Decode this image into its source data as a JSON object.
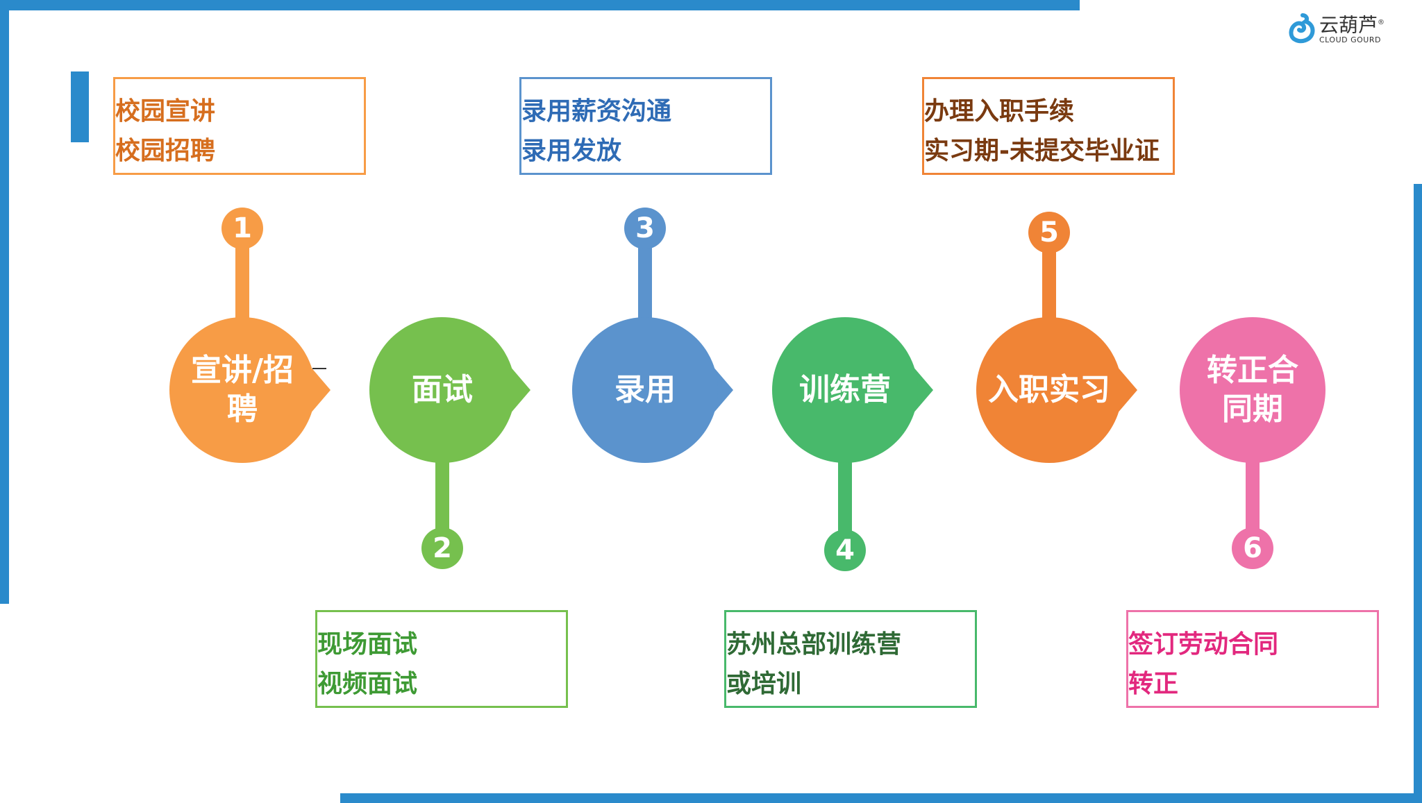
{
  "logo": {
    "cn": "云葫芦",
    "en": "CLOUD GOURD",
    "mark": "®"
  },
  "colors": {
    "frame": "#2a8acb",
    "step1": "#F79C46",
    "step2": "#76C04E",
    "step3": "#5B93CD",
    "step4": "#48B96B",
    "step5": "#F08436",
    "step6": "#EE72A9"
  },
  "steps": [
    {
      "number": "1",
      "title": "宣讲/招聘",
      "lines": [
        "校园宣讲",
        "校园招聘"
      ]
    },
    {
      "number": "2",
      "title": "面试",
      "lines": [
        "现场面试",
        "视频面试"
      ]
    },
    {
      "number": "3",
      "title": "录用",
      "lines": [
        "录用薪资沟通",
        "录用发放"
      ]
    },
    {
      "number": "4",
      "title": "训练营",
      "lines": [
        "苏州总部训练营",
        "或培训"
      ]
    },
    {
      "number": "5",
      "title": "入职实习",
      "lines": [
        "办理入职手续",
        "实习期-未提交毕业证"
      ]
    },
    {
      "number": "6",
      "title": "转正合同期",
      "lines": [
        "签订劳动合同",
        "转正"
      ]
    }
  ]
}
